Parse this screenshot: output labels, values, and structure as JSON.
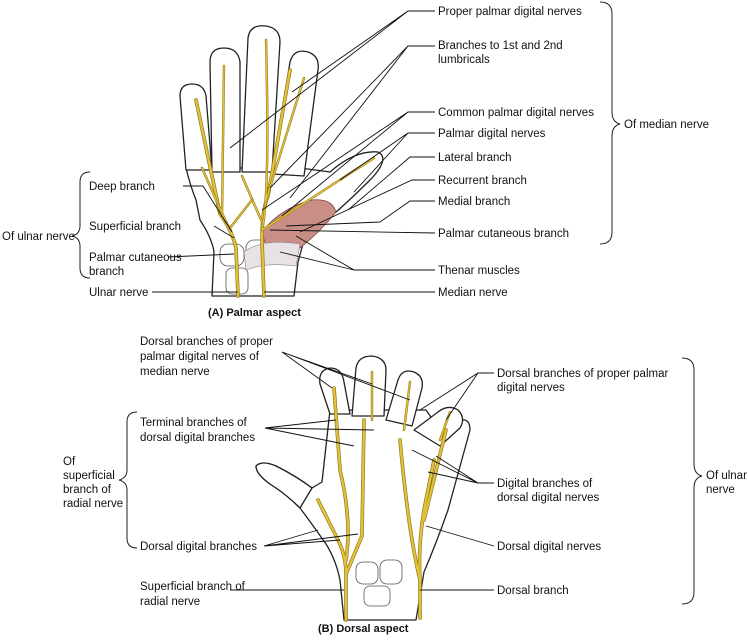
{
  "panel_a": {
    "caption": "(A) Palmar aspect",
    "labels": {
      "proper_palmar_digital": "Proper palmar digital nerves",
      "lumbricals_1": "Branches to 1st and 2nd",
      "lumbricals_2": "lumbricals",
      "common_palmar_digital": "Common palmar digital nerves",
      "palmar_digital": "Palmar digital nerves",
      "lateral_branch": "Lateral branch",
      "recurrent_branch": "Recurrent branch",
      "medial_branch": "Medial branch",
      "palmar_cutaneous_branch": "Palmar cutaneous branch",
      "thenar_muscles": "Thenar muscles",
      "median_nerve": "Median nerve",
      "of_median_nerve": "Of median nerve",
      "deep_branch": "Deep branch",
      "superficial_branch": "Superficial branch",
      "palmar_cutaneous_1": "Palmar cutaneous",
      "palmar_cutaneous_2": "branch",
      "ulnar_nerve": "Ulnar nerve",
      "of_ulnar_nerve": "Of ulnar nerve"
    }
  },
  "panel_b": {
    "caption": "(B) Dorsal aspect",
    "labels": {
      "dorsal_proper_median_1": "Dorsal branches of proper",
      "dorsal_proper_median_2": "palmar digital nerves of",
      "dorsal_proper_median_3": "median nerve",
      "dorsal_proper_palmar_1": "Dorsal branches of proper palmar",
      "dorsal_proper_palmar_2": "digital nerves",
      "terminal_branches_1": "Terminal branches of",
      "terminal_branches_2": "dorsal digital branches",
      "of_superficial_1": "Of",
      "of_superficial_2": "superficial",
      "of_superficial_3": "branch of",
      "of_superficial_4": "radial nerve",
      "digital_branches_1": "Digital branches of",
      "digital_branches_2": "dorsal digital nerves",
      "of_ulnar_1": "Of ulnar",
      "of_ulnar_2": "nerve",
      "dorsal_digital_branches": "Dorsal digital branches",
      "dorsal_digital_nerves": "Dorsal digital nerves",
      "superficial_radial_1": "Superficial branch of",
      "superficial_radial_2": "radial nerve",
      "dorsal_branch": "Dorsal branch"
    }
  },
  "colors": {
    "nerve": "#e0c23a",
    "muscle": "#c98f86",
    "outline": "#222222"
  }
}
